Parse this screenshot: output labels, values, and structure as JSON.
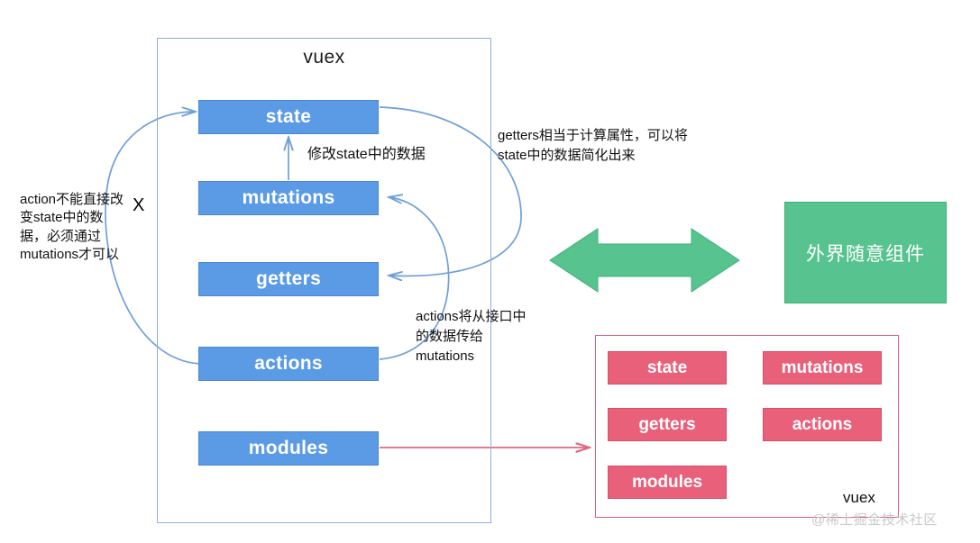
{
  "diagram": {
    "title": "vuex",
    "vuex_container": {
      "title": "vuex",
      "modules": [
        {
          "id": "state",
          "label": "state"
        },
        {
          "id": "mutations",
          "label": "mutations"
        },
        {
          "id": "getters",
          "label": "getters"
        },
        {
          "id": "actions",
          "label": "actions"
        },
        {
          "id": "modules",
          "label": "modules"
        }
      ]
    },
    "annotations": {
      "action_cannot_change_state": "action不能直接改变state中的数据，必须通过mutations才可以",
      "x_mark": "X",
      "modify_state_data": "修改state中的数据",
      "getters_description": "getters相当于计算属性，可以将state中的数据简化出来",
      "actions_to_mutations": "actions将从接口中的数据传给mutations"
    },
    "external_component": {
      "label": "外界随意组件"
    },
    "vuex_panel": {
      "label": "vuex",
      "boxes": [
        {
          "id": "state",
          "label": "state"
        },
        {
          "id": "mutations",
          "label": "mutations"
        },
        {
          "id": "getters",
          "label": "getters"
        },
        {
          "id": "actions",
          "label": "actions"
        },
        {
          "id": "modules",
          "label": "modules"
        }
      ]
    },
    "watermark": "@稀土掘金技术社区",
    "colors": {
      "blue_box": "#5b9be5",
      "blue_border": "#8eb0d8",
      "green_box": "#57c490",
      "red_box": "#e9607a",
      "red_border": "#e2607d",
      "arrow_blue": "#6f9fd8",
      "arrow_pink": "#e0697f"
    }
  }
}
